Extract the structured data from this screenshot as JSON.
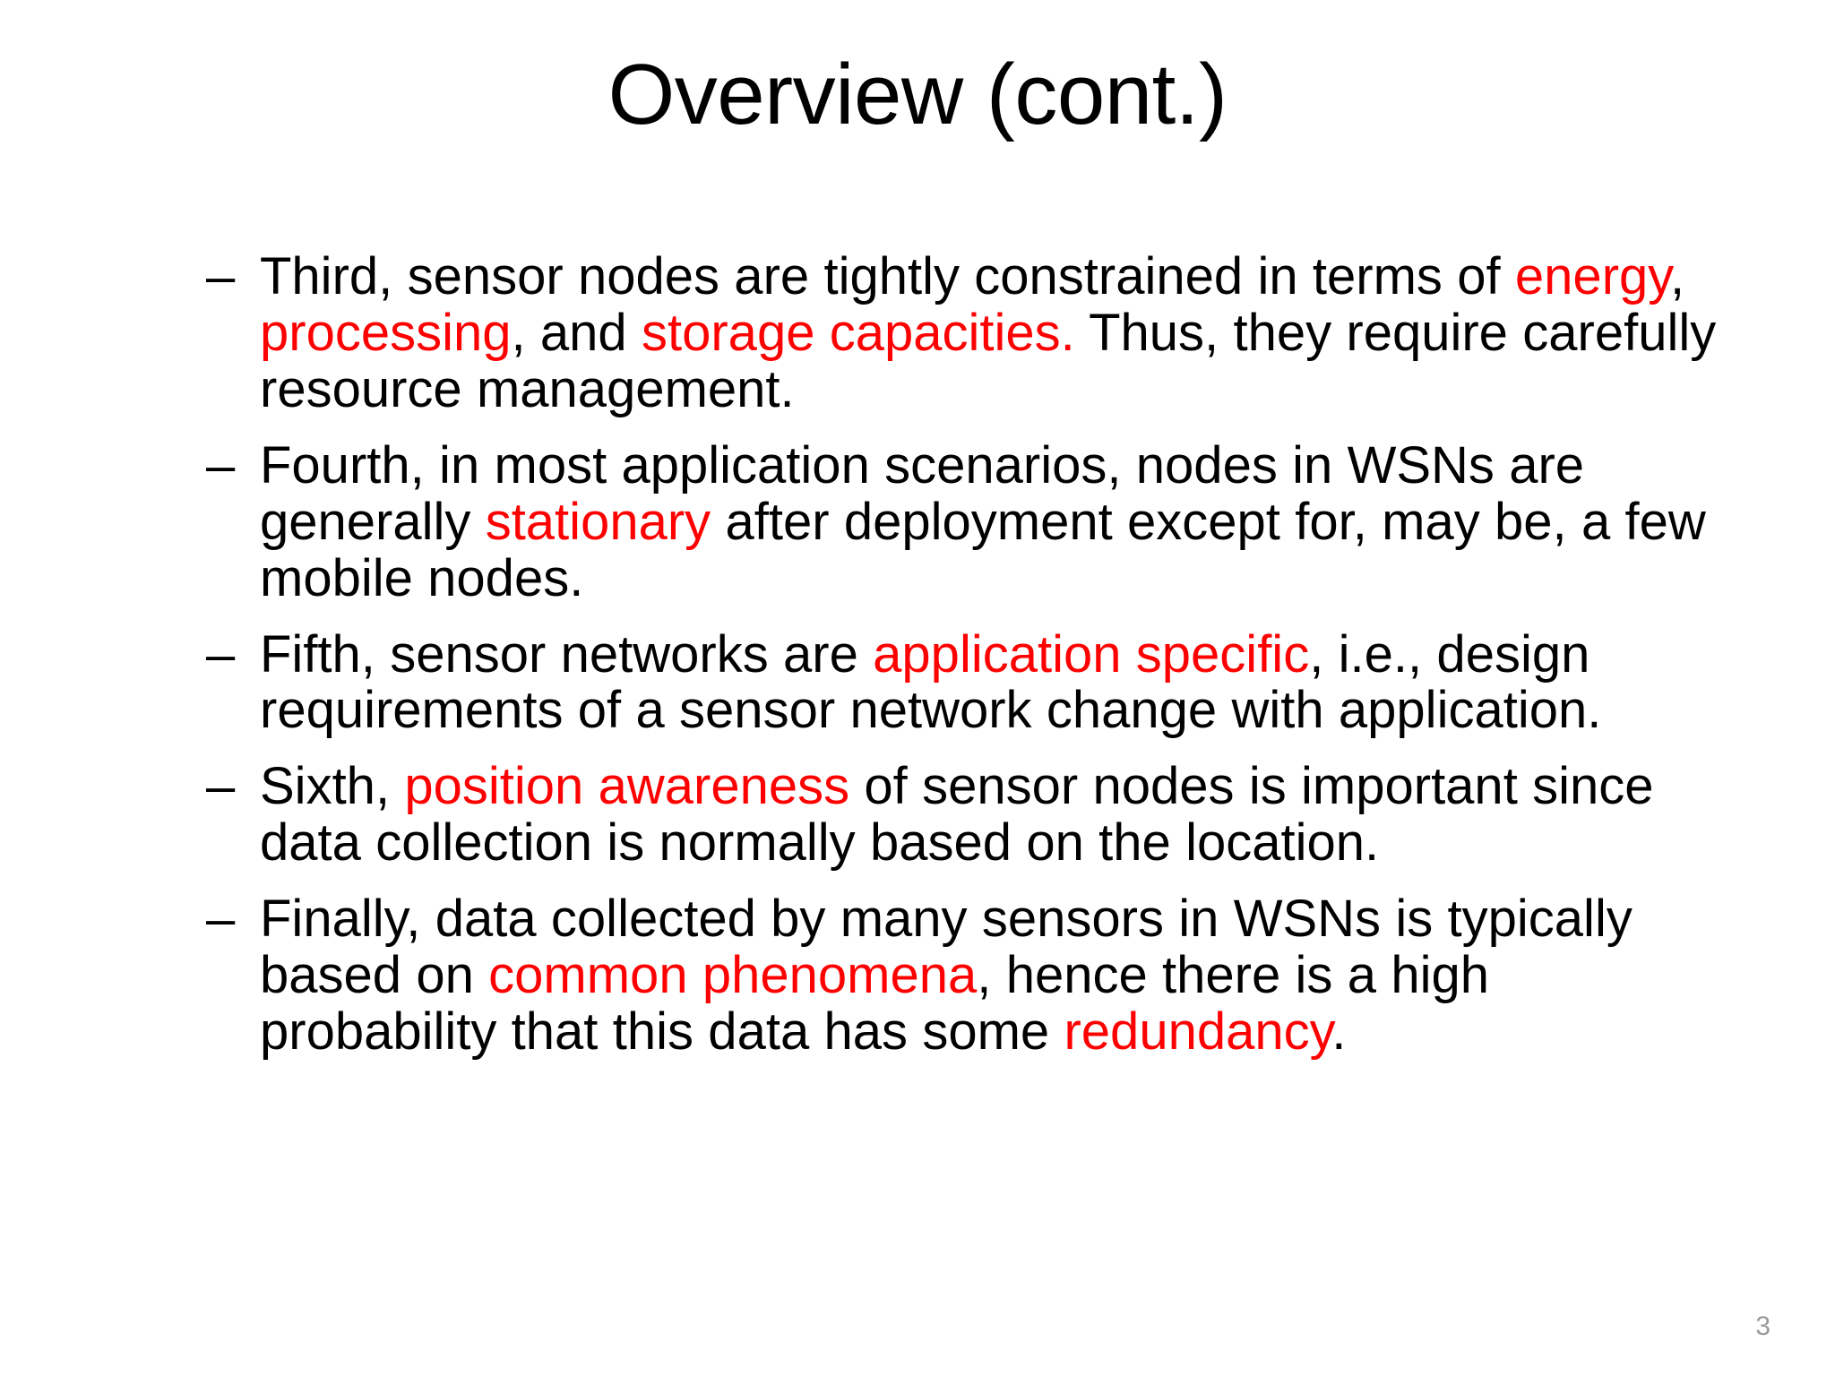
{
  "slide": {
    "title": "Overview (cont.)",
    "page_number": "3",
    "accent_color": "#FF0000",
    "text_color": "#000000",
    "background_color": "#FFFFFF",
    "page_number_color": "#9A9A9A",
    "bullet_marker": "–",
    "bullets": [
      {
        "marker": "–",
        "segments": [
          {
            "text": "Third, sensor nodes are tightly constrained in terms of ",
            "highlight": false
          },
          {
            "text": "energy",
            "highlight": true
          },
          {
            "text": ", ",
            "highlight": false
          },
          {
            "text": "processing",
            "highlight": true
          },
          {
            "text": ", and ",
            "highlight": false
          },
          {
            "text": "storage capacities.",
            "highlight": true
          },
          {
            "text": " Thus, they require carefully resource management.",
            "highlight": false
          }
        ],
        "plain_text": "Third, sensor nodes are tightly constrained in terms of energy, processing, and storage capacities. Thus, they require carefully resource management."
      },
      {
        "marker": "–",
        "segments": [
          {
            "text": "Fourth, in most application scenarios, nodes in WSNs are generally ",
            "highlight": false
          },
          {
            "text": "stationary",
            "highlight": true
          },
          {
            "text": " after deployment except for, may be, a few mobile nodes.",
            "highlight": false
          }
        ],
        "plain_text": "Fourth, in most application scenarios, nodes in WSNs are generally stationary after deployment except for, may be, a few mobile nodes."
      },
      {
        "marker": "–",
        "segments": [
          {
            "text": "Fifth, sensor networks are ",
            "highlight": false
          },
          {
            "text": "application specific",
            "highlight": true
          },
          {
            "text": ", i.e., design requirements of a sensor network change with application.",
            "highlight": false
          }
        ],
        "plain_text": "Fifth, sensor networks are application specific, i.e., design requirements of a sensor network change with application."
      },
      {
        "marker": "–",
        "segments": [
          {
            "text": "Sixth, ",
            "highlight": false
          },
          {
            "text": "position awareness",
            "highlight": true
          },
          {
            "text": " of sensor nodes is important since data collection is normally based on the location.",
            "highlight": false
          }
        ],
        "plain_text": "Sixth, position awareness of sensor nodes is important since data collection is normally based on the location."
      },
      {
        "marker": "–",
        "segments": [
          {
            "text": "Finally, data collected by many sensors in WSNs is typically based on ",
            "highlight": false
          },
          {
            "text": "common phenomena",
            "highlight": true
          },
          {
            "text": ", hence there is a high probability that this data has some ",
            "highlight": false
          },
          {
            "text": "redundancy",
            "highlight": true
          },
          {
            "text": ".",
            "highlight": false
          }
        ],
        "plain_text": "Finally, data collected by many sensors in WSNs is typically based on common phenomena, hence there is a high probability that this data has some redundancy."
      }
    ]
  }
}
